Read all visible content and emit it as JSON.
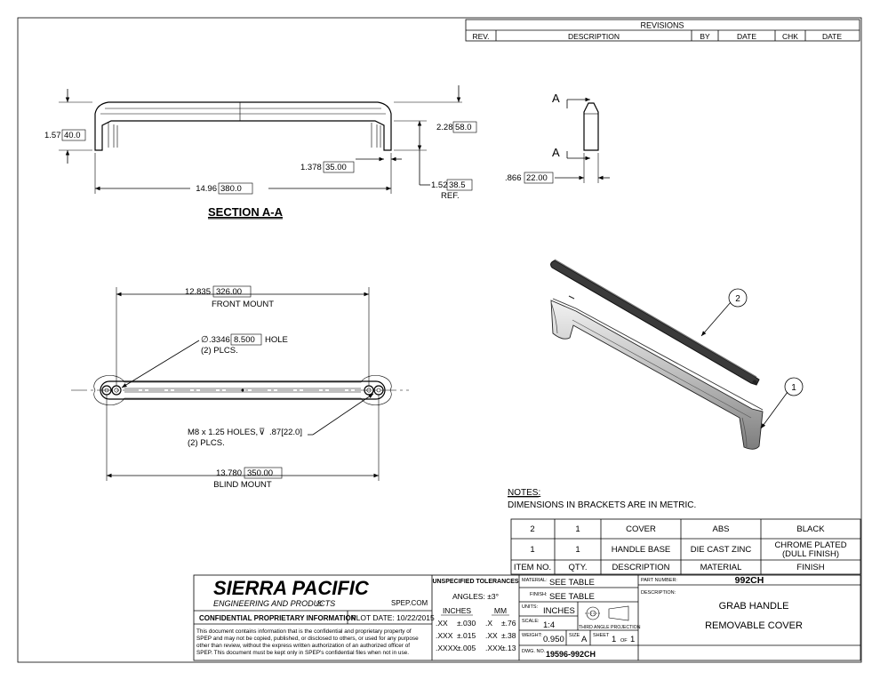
{
  "revisions": {
    "title": "REVISIONS",
    "headers": [
      "REV.",
      "DESCRIPTION",
      "BY",
      "DATE",
      "CHK",
      "DATE"
    ]
  },
  "section": {
    "title": "SECTION A-A",
    "dims": {
      "height_left": "1.57",
      "height_left_mm": "40.0",
      "height_right": "2.28",
      "height_right_mm": "58.0",
      "foot": "1.378",
      "foot_mm": "35.00",
      "length": "14.96",
      "length_mm": "380.0",
      "ref": "1.52",
      "ref_mm": "38.5",
      "ref_label": "REF."
    }
  },
  "side": {
    "label_top": "A",
    "label_bottom": "A",
    "width": ".866",
    "width_mm": "22.00"
  },
  "top_view": {
    "front_mount": "12.835",
    "front_mount_mm": "326.00",
    "front_mount_label": "FRONT MOUNT",
    "hole_symbol": "∅",
    "hole": ".3346",
    "hole_mm": "8.500",
    "hole_word": "HOLE",
    "hole_qty": "(2) PLCS.",
    "thread_pre": "M8 x 1.25 HOLES,",
    "depth_symbol": "⊽",
    "thread_post": ".87[22.0]",
    "thread_qty": "(2) PLCS.",
    "blind_mount": "13.780",
    "blind_mount_mm": "350.00",
    "blind_mount_label": "BLIND MOUNT"
  },
  "iso": {
    "balloon_1": "1",
    "balloon_2": "2"
  },
  "notes": {
    "title": "NOTES:",
    "line1": "DIMENSIONS IN BRACKETS ARE IN METRIC."
  },
  "bom": {
    "rows": [
      [
        "2",
        "1",
        "COVER",
        "ABS",
        "BLACK"
      ],
      [
        "1",
        "1",
        "HANDLE BASE",
        "DIE CAST ZINC",
        "CHROME PLATED",
        "(DULL FINISH)"
      ]
    ],
    "headers": [
      "ITEM NO.",
      "QTY.",
      "DESCRIPTION",
      "MATERIAL",
      "FINISH"
    ]
  },
  "title_block": {
    "company": "SIERRA PACIFIC",
    "company_sub": "ENGINEERING AND PRODUCTS",
    "registered": "®",
    "website": "SPEP.COM",
    "confidential": "CONFIDENTIAL PROPRIETARY INFORMATION",
    "plot_date": "PLOT DATE: 10/22/2015",
    "disclaimer": [
      "This document contains information that is the confidential and proprietary property of",
      "SPEP and may not be copied, published, or disclosed to others, or used for any purpose",
      "other than review, without the express written authorization of an authorized officer of",
      "SPEP. This document must be kept only in SPEP's confidential files when not in use."
    ],
    "tolerances_title": "UNSPECIFIED TOLERANCES",
    "angles": "ANGLES: ±3°",
    "inches_label": "INCHES",
    "mm_label": "MM",
    "tol_rows": [
      [
        ".XX",
        "±.030",
        ".X",
        "±.76"
      ],
      [
        ".XXX",
        "±.015",
        ".XX",
        "±.38"
      ],
      [
        ".XXXX",
        "±.005",
        ".XXX",
        "±.13"
      ]
    ],
    "material_label": "MATERIAL:",
    "material": "SEE TABLE",
    "finish_label": "FINISH:",
    "finish": "SEE TABLE",
    "units_label": "UNITS:",
    "units": "INCHES",
    "scale_label": "SCALE:",
    "scale": "1:4",
    "projection": "THIRD ANGLE PROJECTION",
    "weight_label": "WEIGHT:",
    "weight": "0.950",
    "size_label": "SIZE",
    "size": "A",
    "sheet_label": "SHEET",
    "sheet": "1",
    "of_label": "OF",
    "sheet_total": "1",
    "dwg_label": "DWG. NO.",
    "dwg_no": "19596-992CH",
    "part_number_label": "PART NUMBER:",
    "part_number": "992CH",
    "description_label": "DESCRIPTION:",
    "description_1": "GRAB HANDLE",
    "description_2": "REMOVABLE COVER"
  }
}
